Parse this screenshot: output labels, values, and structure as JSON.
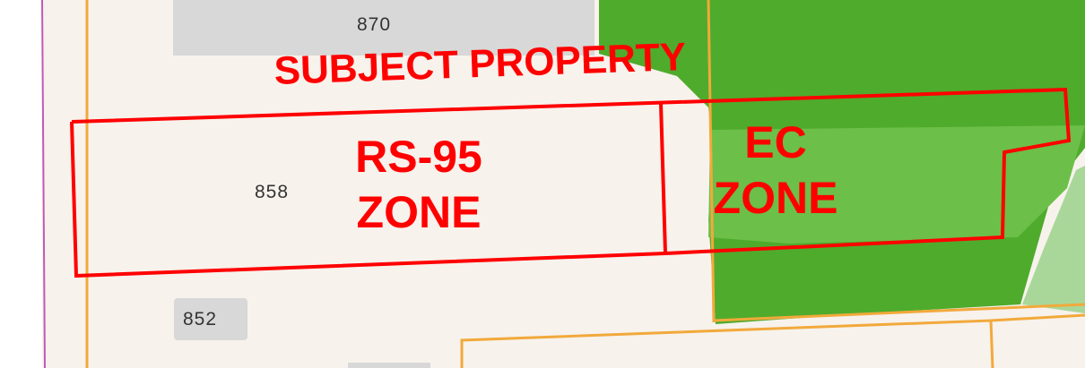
{
  "map": {
    "colors": {
      "parcel_fill": "#f7f2ec",
      "label_box": "#d8d8d8",
      "lot_line": "#f2a93b",
      "green_dark": "#4fab2c",
      "green_mid": "#6cbf48",
      "green_light": "#a9d79a",
      "boundary_red": "#ff0000",
      "border_left": "#c05ab8"
    },
    "annotation": {
      "title": "SUBJECT PROPERTY",
      "zones": [
        {
          "line1": "RS-95",
          "line2": "ZONE"
        },
        {
          "line1": "EC",
          "line2": "ZONE"
        }
      ]
    },
    "parcel_labels": [
      "870",
      "858",
      "852"
    ]
  }
}
